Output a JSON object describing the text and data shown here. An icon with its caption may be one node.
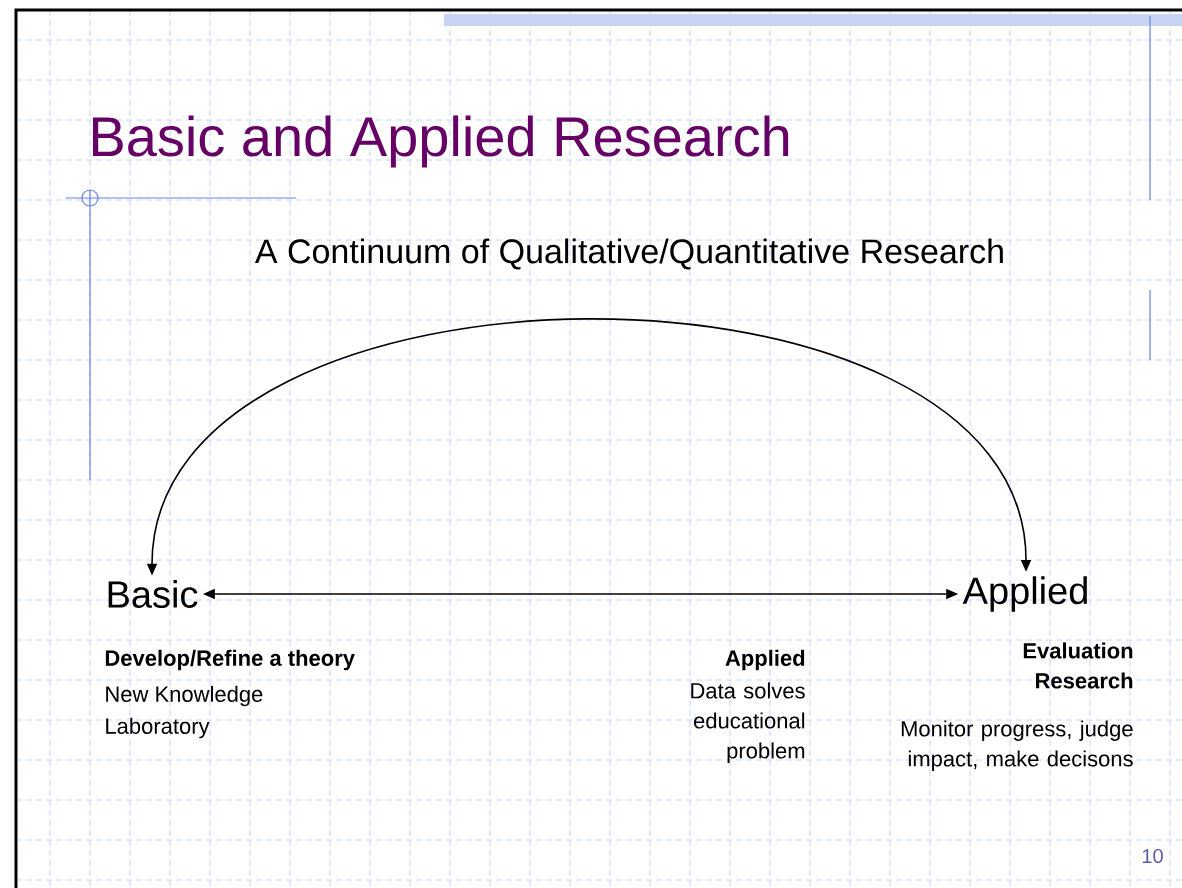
{
  "diagram": {
    "title": "Basic and Applied Research",
    "nodes": [
      {
        "text": [
          "Basic"
        ]
      },
      {
        "text": [
          "Applied"
        ]
      }
    ],
    "edges": [
      {
        "from": 0,
        "to": 1,
        "arrow": "both"
      },
      {
        "from": 0,
        "to": 1,
        "arrow": "both"
      }
    ],
    "labels": [
      "A Continuum of Qualitative/Quantitative Research",
      "Develop/Refine a theory",
      "New Knowledge",
      "Laboratory",
      "Applied",
      "Data solves educational problem",
      "Evaluation Research",
      "Monitor progress, judge impact, make decisons",
      "10"
    ]
  }
}
